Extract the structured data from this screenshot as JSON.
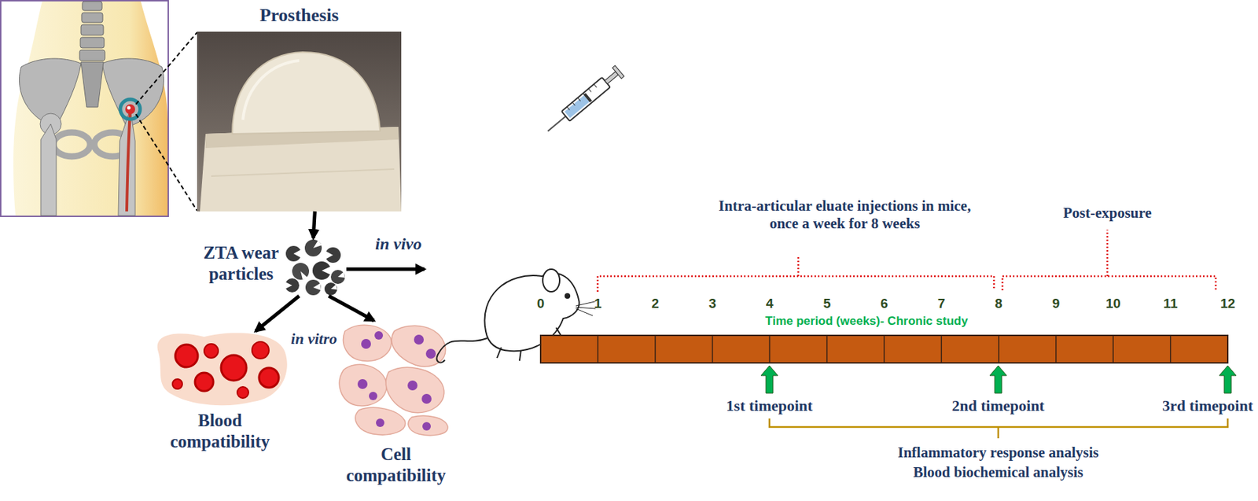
{
  "diagram": {
    "nodes": [
      {
        "text": [
          "Prosthesis"
        ]
      },
      {
        "text": [
          "ZTA wear particles"
        ]
      },
      {
        "text": [
          "Blood compatibility"
        ]
      },
      {
        "text": [
          "Cell compatibility"
        ]
      }
    ],
    "edges": [
      {
        "from": 0,
        "to": 1,
        "arrow": "to"
      },
      {
        "from": 1,
        "to": 2,
        "arrow": "to"
      },
      {
        "from": 1,
        "to": 3,
        "arrow": "to"
      }
    ],
    "labels": [
      "in vivo",
      "in vitro",
      "Intra-articular eluate injections in mice, once a week for 8 weeks",
      "Post-exposure",
      "Time period (weeks)- Chronic study",
      "0",
      "1",
      "2",
      "3",
      "4",
      "5",
      "6",
      "7",
      "8",
      "9",
      "10",
      "11",
      "12",
      "1st timepoint",
      "2nd timepoint",
      "3rd timepoint",
      "Inflammatory response analysis",
      "Blood biochemical analysis"
    ]
  }
}
